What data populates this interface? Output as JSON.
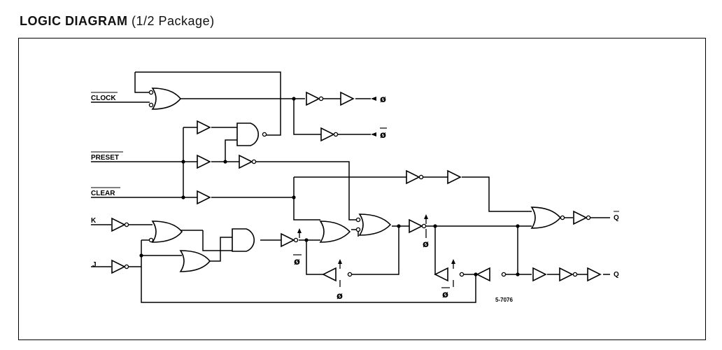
{
  "title": {
    "bold": "LOGIC DIAGRAM",
    "normal": "(1/2 Package)"
  },
  "inputs": {
    "clock": "CLOCK",
    "preset": "PRESET",
    "clear": "CLEAR",
    "k": "K",
    "j": "J"
  },
  "outputs": {
    "q_bar": "Q",
    "q": "Q"
  },
  "clock_phases": {
    "phi": "ø",
    "phi_bar": "ø"
  },
  "figure_code": "5-7076"
}
